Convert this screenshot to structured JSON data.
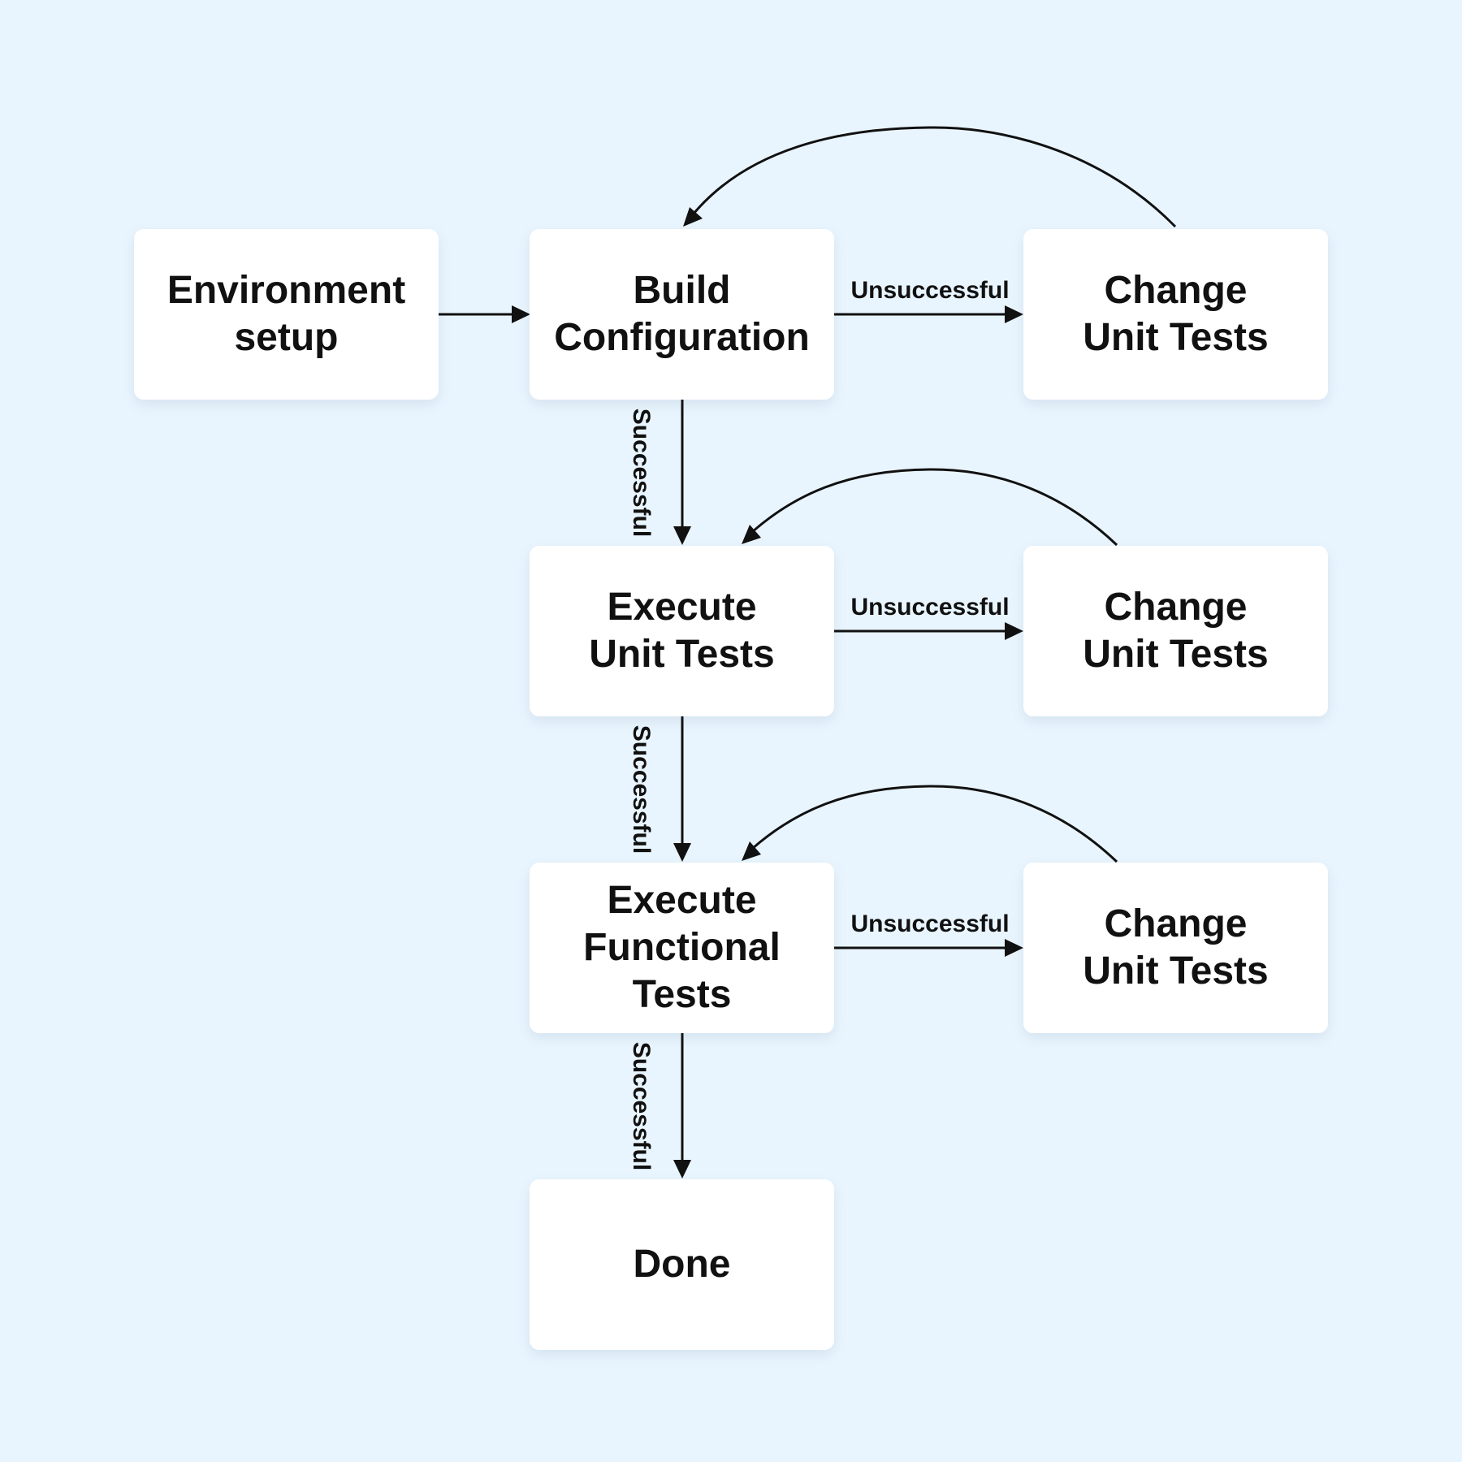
{
  "colors": {
    "background": "#e9f5fe",
    "node_fill": "#ffffff",
    "text": "#111111",
    "arrow": "#111111"
  },
  "nodes": {
    "environment_setup": "Environment\nsetup",
    "build_configuration": "Build\nConfiguration",
    "change_unit_tests_1": "Change\nUnit Tests",
    "execute_unit_tests": "Execute\nUnit Tests",
    "change_unit_tests_2": "Change\nUnit Tests",
    "execute_functional_tests": "Execute\nFunctional\nTests",
    "change_unit_tests_3": "Change\nUnit Tests",
    "done": "Done"
  },
  "edge_labels": {
    "unsuccessful_1": "Unsuccessful",
    "unsuccessful_2": "Unsuccessful",
    "unsuccessful_3": "Unsuccessful",
    "successful_1": "Successful",
    "successful_2": "Successful",
    "successful_3": "Successful"
  }
}
